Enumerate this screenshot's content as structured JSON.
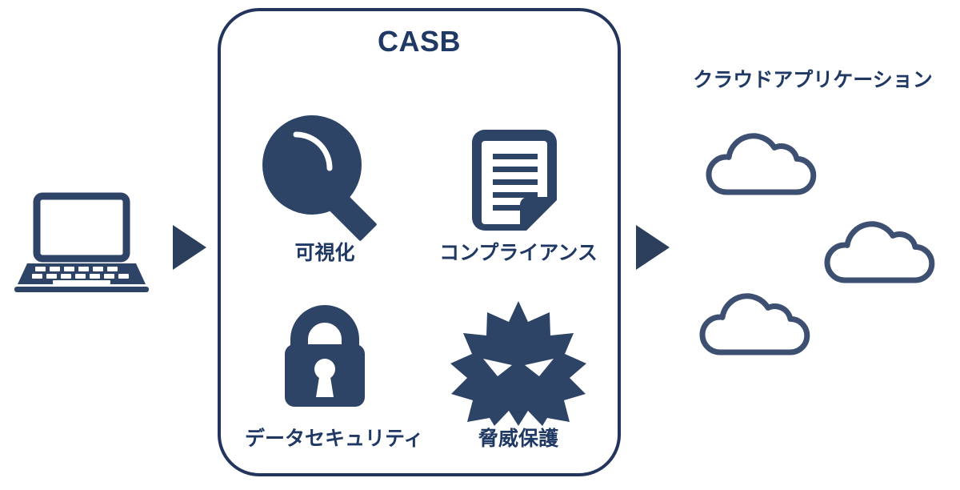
{
  "diagram": {
    "title": "CASB",
    "colors": {
      "navy_text": "#1f3864",
      "navy_icon": "#2e4467",
      "border": "#23355c",
      "arrow": "#2b3e5c",
      "background": "#ffffff"
    }
  },
  "source": {
    "icon_name": "laptop-icon",
    "label": ""
  },
  "arrows": {
    "left": {
      "icon_name": "triangle-right-arrow-icon"
    },
    "right": {
      "icon_name": "triangle-right-arrow-icon"
    }
  },
  "casb": {
    "title": "CASB",
    "features": [
      {
        "id": "visibility",
        "label": "可視化",
        "icon_name": "magnifier-icon"
      },
      {
        "id": "compliance",
        "label": "コンプライアンス",
        "icon_name": "document-icon"
      },
      {
        "id": "data_security",
        "label": "データセキュリティ",
        "icon_name": "padlock-icon"
      },
      {
        "id": "threat",
        "label": "脅威保護",
        "icon_name": "virus-icon"
      }
    ]
  },
  "cloud_apps": {
    "label": "クラウドアプリケーション",
    "clouds": [
      {
        "id": "cloud-1",
        "icon_name": "cloud-icon"
      },
      {
        "id": "cloud-2",
        "icon_name": "cloud-icon"
      },
      {
        "id": "cloud-3",
        "icon_name": "cloud-icon"
      }
    ]
  }
}
